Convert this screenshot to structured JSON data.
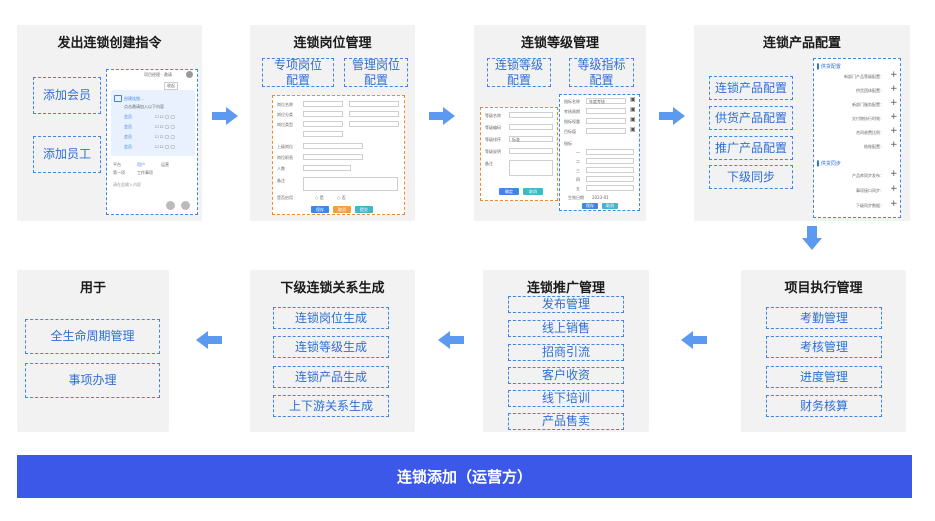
{
  "steps": {
    "s1": {
      "title": "发出连锁创建指令",
      "items": [
        "添加会员",
        "添加员工"
      ],
      "mock": {
        "top_label": "项目经理 · 邀请",
        "badge": "收起",
        "chat_title": "创建连锁...",
        "chat_sub": "点击邀请加入以下内容",
        "rows": [
          "会员",
          "会员",
          "会员",
          "会员"
        ],
        "opt1": "平台",
        "opt2": "用户",
        "opt3": "运营",
        "opt4": "第一项",
        "opt5": "工作事项",
        "input_hint": "请在此输入内容"
      }
    },
    "s2": {
      "title": "连锁岗位管理",
      "items": [
        "专项岗位\n配置",
        "管理岗位\n配置"
      ],
      "form": {
        "labels": [
          "岗位名称",
          "岗位分类",
          "岗位类型",
          "上级岗位",
          "岗位职责",
          "人数",
          "备注"
        ],
        "radio_label": "是否启用",
        "radio_opts": [
          "是",
          "否"
        ],
        "buttons": [
          "保存",
          "取消",
          "提交"
        ]
      }
    },
    "s3": {
      "title": "连锁等级管理",
      "items": [
        "连锁等级\n配置",
        "等级指标\n配置"
      ],
      "form_left": {
        "labels": [
          "等级名称",
          "等级编码",
          "等级排序",
          "等级说明",
          "备注"
        ],
        "value": "标准",
        "buttons": [
          "确定",
          "取消"
        ]
      },
      "form_right": {
        "labels": [
          "指标名称",
          "考核周期",
          "指标权重",
          "目标值",
          "指标"
        ],
        "value": "年度考核",
        "rows": [
          "一",
          "二",
          "三",
          "四",
          "五"
        ],
        "date_label": "生效日期",
        "date": "2023-01",
        "buttons": [
          "保存",
          "取消"
        ]
      }
    },
    "s4": {
      "title": "连锁产品配置",
      "items": [
        "连锁产品配置",
        "供货产品配置",
        "推广产品配置",
        "下级同步"
      ],
      "panel": {
        "group1": "供货配置",
        "rows1": [
          "新部门产品等级配置：",
          "供货团体配置：",
          "新部门服务配置：",
          "交付物执行时效：",
          "合同收费比例：",
          "结账配置："
        ],
        "group2": "供货同步",
        "rows2": [
          "产品库同步发布：",
          "事项接口同步：",
          "下级同步数据："
        ]
      }
    },
    "s5": {
      "title": "项目执行管理",
      "items": [
        "考勤管理",
        "考核管理",
        "进度管理",
        "财务核算"
      ]
    },
    "s6": {
      "title": "连锁推广管理",
      "items": [
        "发布管理",
        "线上销售",
        "招商引流",
        "客户收资",
        "线下培训",
        "产品售卖"
      ]
    },
    "s7": {
      "title": "下级连锁关系生成",
      "items": [
        "连锁岗位生成",
        "连锁等级生成",
        "连锁产品生成",
        "上下游关系生成"
      ]
    },
    "s8": {
      "title": "用于",
      "items": [
        "全生命周期管理",
        "事项办理"
      ]
    }
  },
  "footer": "连锁添加（运营方）",
  "colors": {
    "accent_blue": "#3f86e6",
    "footer_blue": "#3b58e8",
    "mock_orange": "#f08a2c",
    "card_bg": "#f2f2f2"
  }
}
